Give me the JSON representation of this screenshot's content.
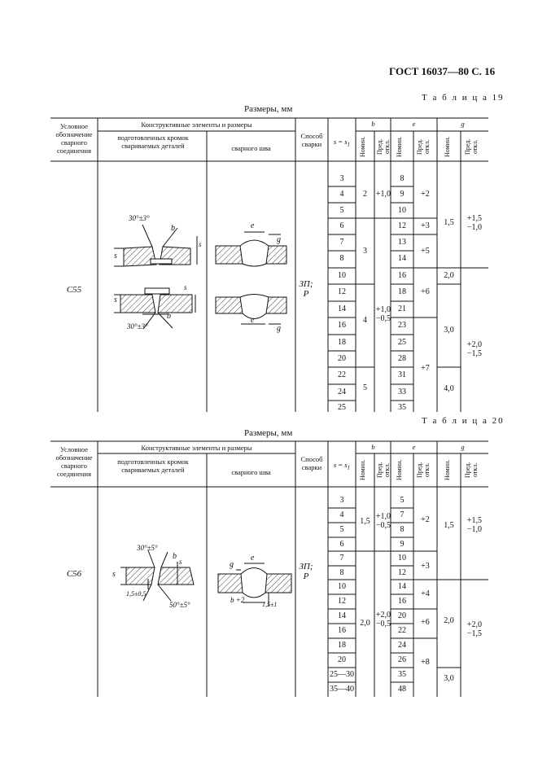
{
  "header": "ГОСТ 16037—80 С. 16",
  "t19": {
    "title": "Т а б л и ц а  19",
    "units": "Размеры, мм",
    "h_cond": "Условное обозначение сварного соединения",
    "h_constr": "Конструктивные элементы и размеры",
    "h_prep": "подготовленных кромок свариваемых деталей",
    "h_weld": "сварного шва",
    "h_method": "Способ сварки",
    "h_s": "s = s",
    "h_s_sub": "1",
    "h_b": "b",
    "h_e": "e",
    "h_g": "g",
    "h_nom": "Номин.",
    "h_dev": "Пред. откл.",
    "joint": "С55",
    "method": "ЗП; Р",
    "s_values": [
      "3",
      "4",
      "5",
      "6",
      "7",
      "8",
      "10",
      "12",
      "14",
      "16",
      "18",
      "20",
      "22",
      "24",
      "25"
    ],
    "b_nom": [
      "2",
      "3",
      "4",
      "5"
    ],
    "b_dev": [
      "+1,0",
      "+1,0 −0,5"
    ],
    "e_nom": [
      "8",
      "9",
      "10",
      "12",
      "13",
      "14",
      "16",
      "18",
      "21",
      "23",
      "25",
      "28",
      "31",
      "33",
      "35"
    ],
    "e_dev": [
      "+2",
      "+3",
      "+5",
      "+6",
      "+7"
    ],
    "g_nom": [
      "1,5",
      "2,0",
      "3,0",
      "4,0"
    ],
    "g_dev": [
      "+1,5 −1,0",
      "+2,0 −1,5"
    ],
    "fig_labels": {
      "angle_top": "30°±3°",
      "b": "b",
      "s": "s",
      "s1": "s",
      "e": "e",
      "g": "g",
      "angle_bot": "30°±3°"
    }
  },
  "t20": {
    "title": "Т а б л и ц а  20",
    "units": "Размеры, мм",
    "h_cond": "Условное обозначение сварного соединения",
    "h_constr": "Конструктивные элементы и размеры",
    "h_prep": "подготовленных кромок свариваемых деталей",
    "h_weld": "сварного шва",
    "h_method": "Способ сварки",
    "h_s": "s = s",
    "h_s_sub": "1",
    "h_b": "b",
    "h_e": "e",
    "h_g": "g",
    "h_nom": "Номин.",
    "h_dev": "Пред. откл.",
    "joint": "С56",
    "method": "ЗП; Р",
    "s_values": [
      "3",
      "4",
      "5",
      "6",
      "7",
      "8",
      "10",
      "12",
      "14",
      "16",
      "18",
      "20",
      "25—30",
      "35—40"
    ],
    "b_nom": [
      "1,5",
      "2,0"
    ],
    "b_dev": [
      "+1,0 −0,5",
      "+2,0 −0,5"
    ],
    "e_nom": [
      "5",
      "7",
      "8",
      "9",
      "10",
      "12",
      "14",
      "16",
      "20",
      "22",
      "24",
      "26",
      "35",
      "48"
    ],
    "e_dev": [
      "+2",
      "+3",
      "+4",
      "+6",
      "+8"
    ],
    "g_nom": [
      "1,5",
      "2,0",
      "3,0"
    ],
    "g_dev": [
      "+1,5 −1,0",
      "+2,0 −1,5"
    ],
    "fig_labels": {
      "angle_top": "30°±5°",
      "b": "b",
      "s": "s",
      "s1": "s",
      "dim1": "1,5±0,5",
      "angle_bot": "50°±5°",
      "e": "e",
      "g": "g",
      "b2": "b +2",
      "dim2": "1,5±1"
    }
  }
}
